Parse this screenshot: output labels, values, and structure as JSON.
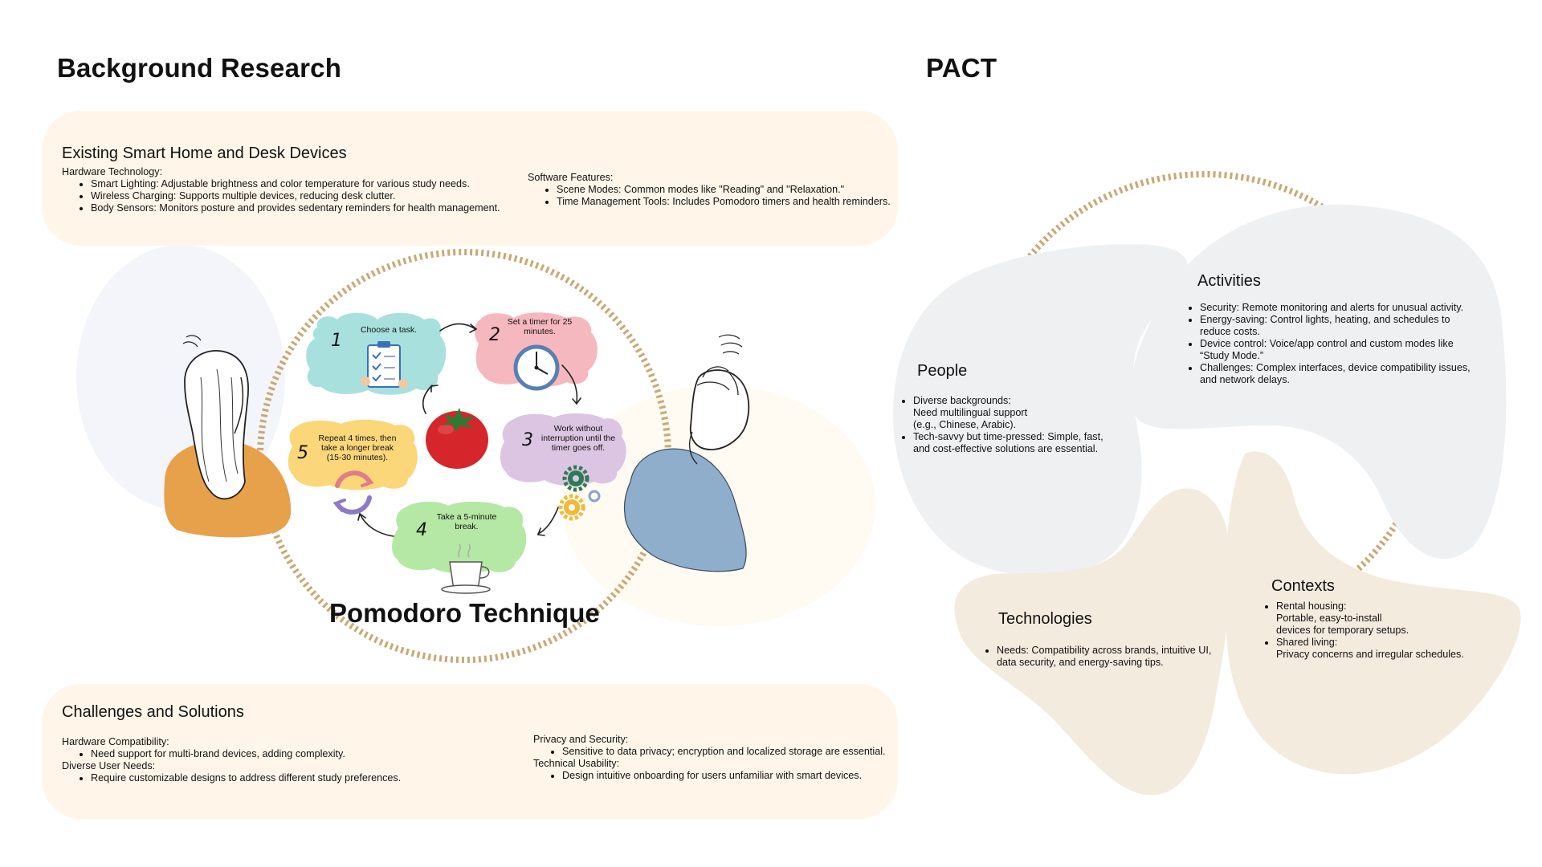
{
  "left_heading": "Background Research",
  "right_heading": "PACT",
  "existing": {
    "title": "Existing Smart Home and Desk Devices",
    "hardware": {
      "heading": "Hardware Technology:",
      "items": [
        "Smart Lighting: Adjustable brightness and color temperature for various study needs.",
        "Wireless Charging: Supports multiple devices, reducing desk clutter.",
        "Body Sensors: Monitors posture and provides sedentary reminders for health management."
      ]
    },
    "software": {
      "heading": "Software Features:",
      "items": [
        "Scene Modes: Common modes like \"Reading\" and \"Relaxation.\"",
        "Time Management Tools: Includes Pomodoro timers and health reminders."
      ]
    }
  },
  "pomodoro": {
    "title": "Pomodoro Technique",
    "steps": [
      {
        "num": "1",
        "text": "Choose a task.",
        "color": "#a8e0de"
      },
      {
        "num": "2",
        "text": "Set a timer for 25 minutes.",
        "color": "#f6b8bf"
      },
      {
        "num": "3",
        "text": "Work without interruption until the timer goes off.",
        "color": "#dcc5e3"
      },
      {
        "num": "4",
        "text": "Take a 5-minute break.",
        "color": "#b5e8a4"
      },
      {
        "num": "5",
        "text": "Repeat 4 times, then take a longer break (15-30 minutes).",
        "color": "#fbd77a"
      }
    ]
  },
  "challenges": {
    "title": "Challenges and Solutions",
    "left": [
      {
        "heading": "Hardware Compatibility:",
        "items": [
          "Need support for multi-brand devices, adding complexity."
        ]
      },
      {
        "heading": "Diverse User Needs:",
        "items": [
          "Require customizable designs to address different study preferences."
        ]
      }
    ],
    "right": [
      {
        "heading": "Privacy and Security:",
        "items": [
          "Sensitive to data privacy; encryption and localized storage are essential."
        ]
      },
      {
        "heading": "Technical Usability:",
        "items": [
          "Design intuitive onboarding for users unfamiliar with smart devices."
        ]
      }
    ]
  },
  "pact": {
    "people": {
      "title": "People",
      "items": [
        {
          "line1": "Diverse backgrounds:",
          "line2": "Need multilingual support",
          "line3": "(e.g., Chinese, Arabic)."
        },
        {
          "line1": "Tech-savvy but time-pressed: Simple, fast,",
          "line2": "and cost-effective solutions are essential.",
          "line3": ""
        }
      ]
    },
    "activities": {
      "title": "Activities",
      "items": [
        "Security: Remote monitoring and alerts for unusual activity.",
        "Energy-saving: Control lights, heating, and schedules to reduce costs.",
        "Device control: Voice/app control and custom modes like “Study Mode.”",
        "Challenges: Complex interfaces, device compatibility issues, and network delays."
      ]
    },
    "technologies": {
      "title": "Technologies",
      "items": [
        "Needs: Compatibility across brands, intuitive UI, data security, and energy-saving tips."
      ]
    },
    "contexts": {
      "title": "Contexts",
      "items": [
        {
          "line1": "Rental housing:",
          "line2": "Portable, easy-to-install",
          "line3": "devices for temporary setups."
        },
        {
          "line1": "Shared living:",
          "line2": "Privacy concerns and  irregular schedules.",
          "line3": ""
        }
      ]
    }
  },
  "colors": {
    "card_bg": "#fff6e9",
    "dashed_ring": "#c9a873",
    "blob_grey": "#eef0f2",
    "blob_beige": "#f3ebde",
    "orange_shirt": "#e8a14b",
    "blue_shirt": "#8eaecb",
    "tomato": "#d4262b"
  }
}
